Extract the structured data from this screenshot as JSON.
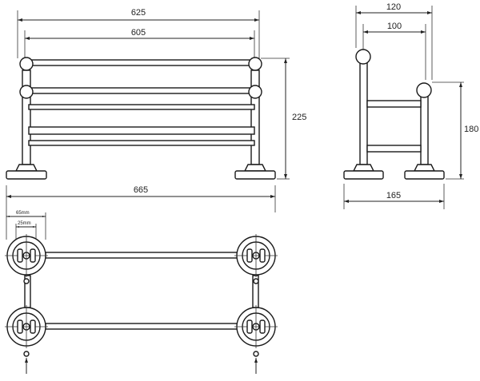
{
  "dimensions": {
    "front_overall_width": "625",
    "front_rail_width": "605",
    "front_height": "225",
    "front_base_width": "665",
    "side_overall_width": "120",
    "side_inner_width": "100",
    "side_height": "180",
    "side_base_width": "165",
    "plan_offset": "65mm",
    "plan_fixing": "25mm"
  }
}
